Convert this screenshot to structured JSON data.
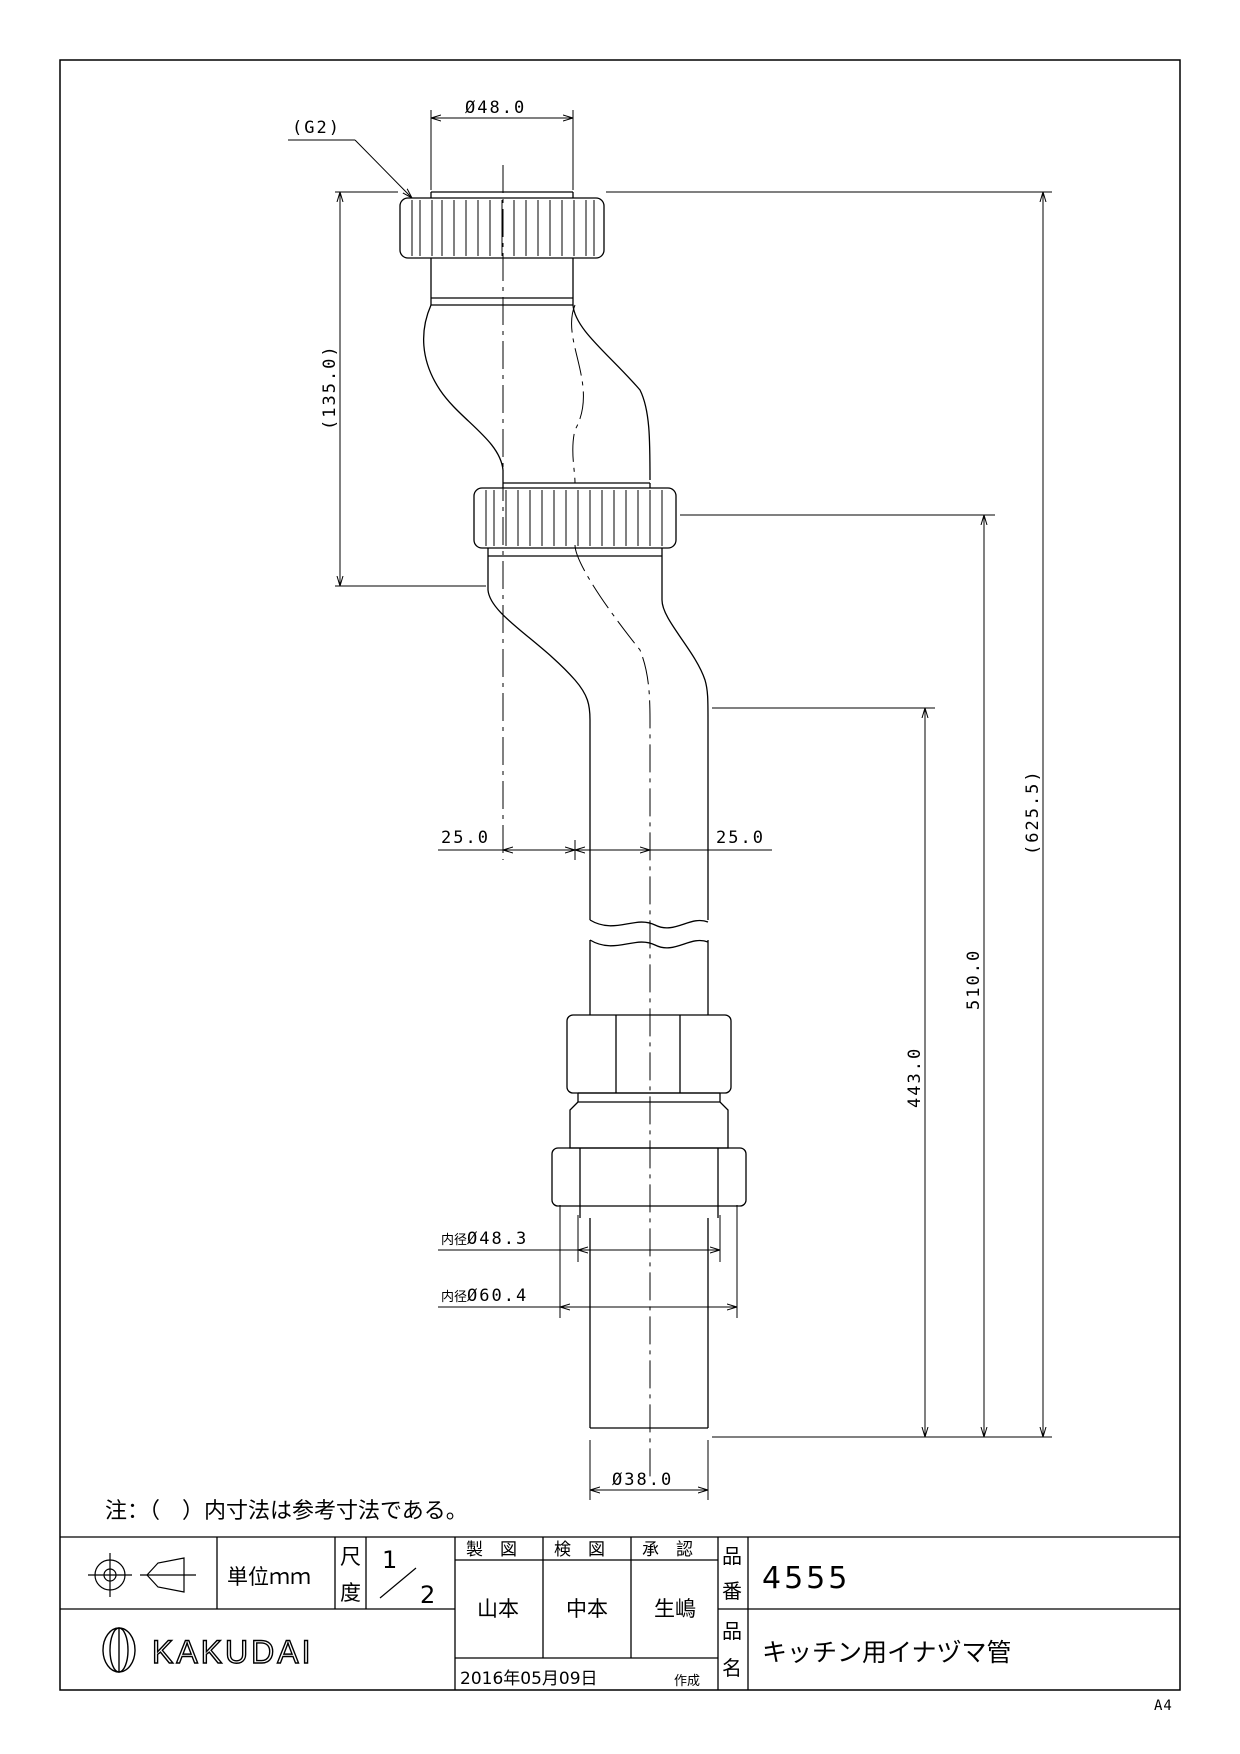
{
  "dimensions": {
    "g2": "(G2)",
    "d48": "Ø48.0",
    "h135": "(135.0)",
    "h625": "(625.5)",
    "h510": "510.0",
    "h443": "443.0",
    "off_left": "25.0",
    "off_right": "25.0",
    "inner48": "Ø48.3",
    "inner60": "Ø60.4",
    "inner_prefix": "内径",
    "d38": "Ø38.0"
  },
  "note": "注：（　）内寸法は参考寸法である。",
  "title_block": {
    "unit": "単位ｍｍ",
    "scale_label_top": "尺",
    "scale_label_bottom": "度",
    "scale_num": "1",
    "scale_den": "2",
    "drawn_label": "製　図",
    "checked_label": "検　図",
    "approved_label": "承　認",
    "drawn_by": "山本",
    "checked_by": "中本",
    "approved_by": "生嶋",
    "part_no_label_top": "品",
    "part_no_label_bottom": "番",
    "part_no": "4555",
    "name_label_top": "品",
    "name_label_bottom": "名",
    "part_name": "キッチン用イナヅマ管",
    "brand": "KAKUDAI",
    "date": "2016年05月09日",
    "created": "作成"
  },
  "sheet_size": "A4"
}
